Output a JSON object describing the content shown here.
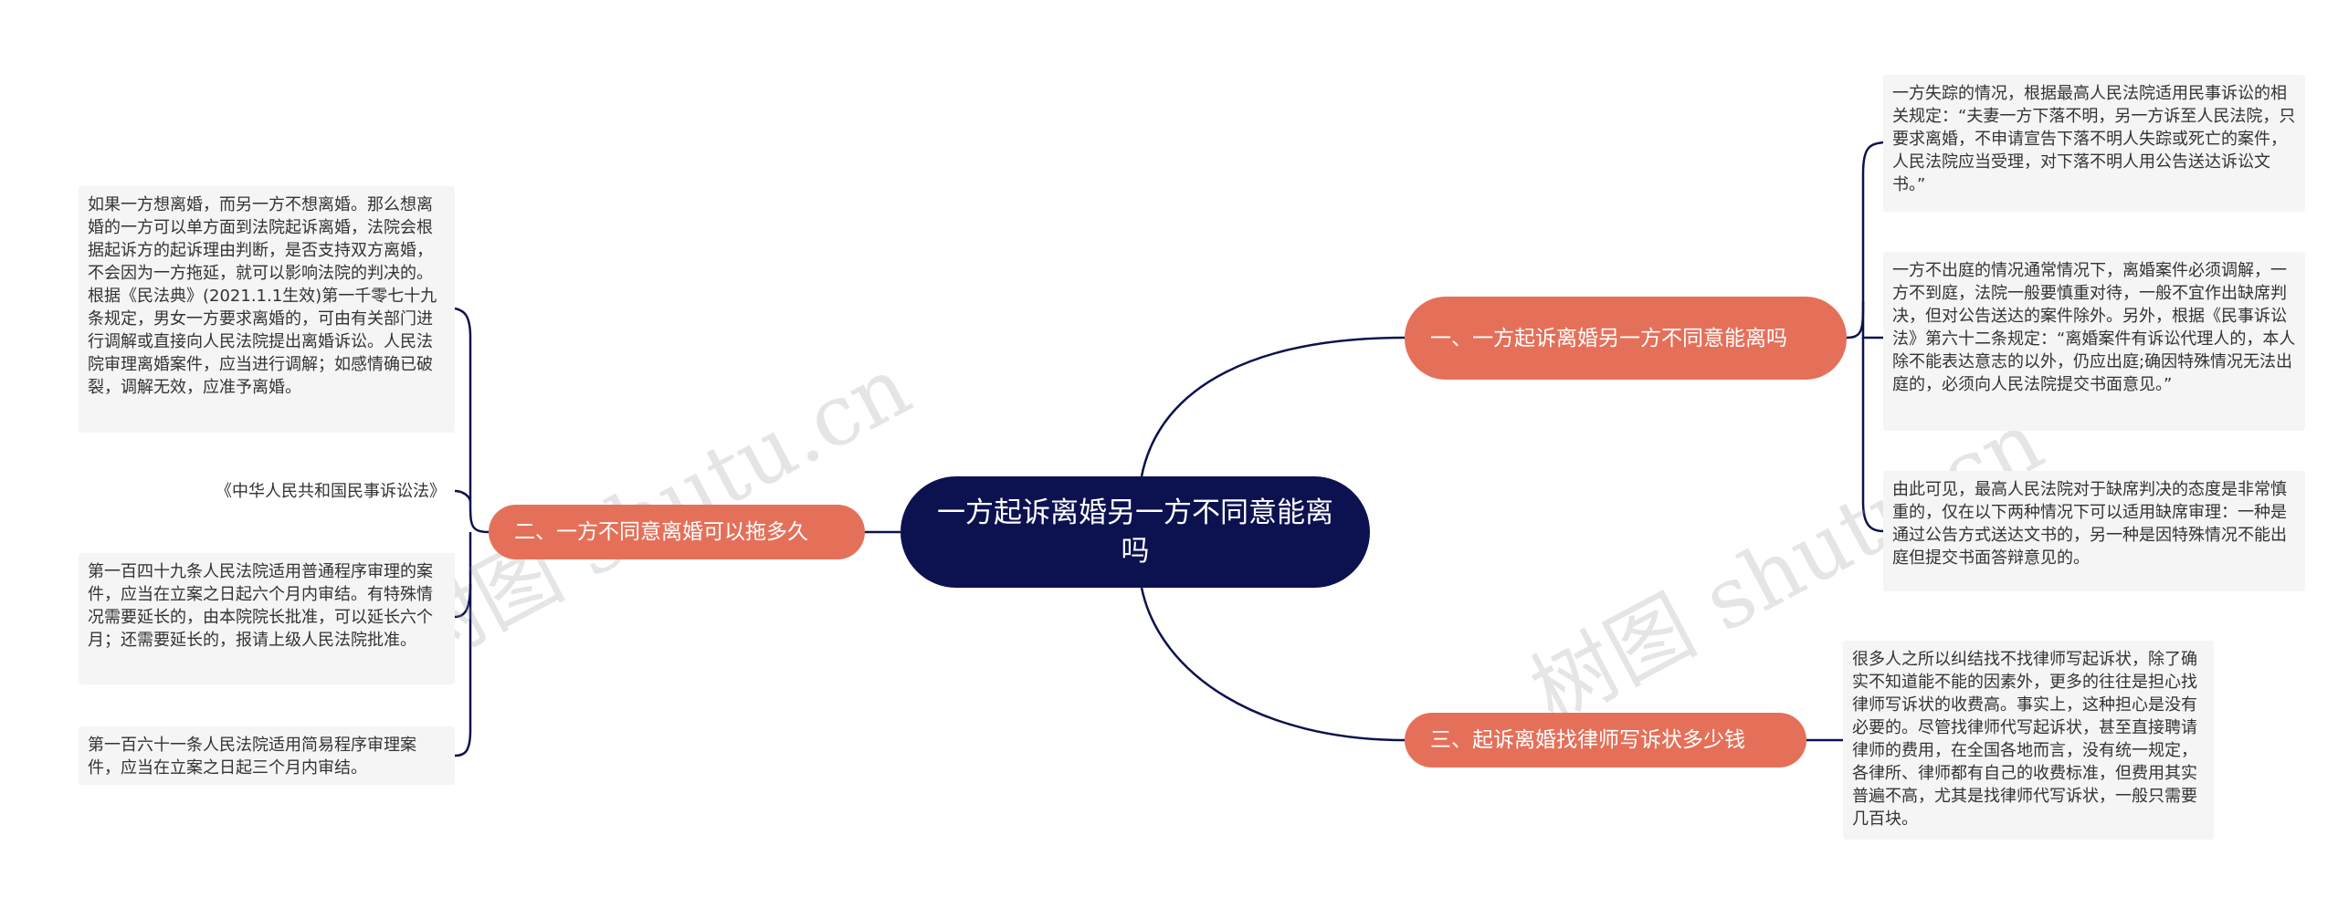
{
  "center": {
    "title": "一方起诉离婚另一方不同意能离吗"
  },
  "branches": [
    {
      "label": "一、一方起诉离婚另一方不同意能离吗"
    },
    {
      "label": "二、一方不同意离婚可以拖多久"
    },
    {
      "label": "三、起诉离婚找律师写诉状多少钱"
    }
  ],
  "leaves_right": [
    {
      "text": "一方失踪的情况，根据最高人民法院适用民事诉讼的相关规定：“夫妻一方下落不明，另一方诉至人民法院，只要求离婚，不申请宣告下落不明人失踪或死亡的案件，人民法院应当受理，对下落不明人用公告送达诉讼文书。”"
    },
    {
      "text": "一方不出庭的情况通常情况下，离婚案件必须调解，一方不到庭，法院一般要慎重对待，一般不宜作出缺席判决，但对公告送达的案件除外。另外，根据《民事诉讼法》第六十二条规定：“离婚案件有诉讼代理人的，本人除不能表达意志的以外，仍应出庭;确因特殊情况无法出庭的，必须向人民法院提交书面意见。”"
    },
    {
      "text": "由此可见，最高人民法院对于缺席判决的态度是非常慎重的，仅在以下两种情况下可以适用缺席审理：一种是通过公告方式送达文书的，另一种是因特殊情况不能出庭但提交书面答辩意见的。"
    },
    {
      "text": "很多人之所以纠结找不找律师写起诉状，除了确实不知道能不能的因素外，更多的往往是担心找律师写诉状的收费高。事实上，这种担心是没有必要的。尽管找律师代写起诉状，甚至直接聘请律师的费用，在全国各地而言，没有统一规定，各律所、律师都有自己的收费标准，但费用其实普遍不高，尤其是找律师代写诉状，一般只需要几百块。"
    }
  ],
  "leaves_left": [
    {
      "text": "如果一方想离婚，而另一方不想离婚。那么想离婚的一方可以单方面到法院起诉离婚，法院会根据起诉方的起诉理由判断，是否支持双方离婚，不会因为一方拖延，就可以影响法院的判决的。根据《民法典》(2021.1.1生效)第一千零七十九条规定，男女一方要求离婚的，可由有关部门进行调解或直接向人民法院提出离婚诉讼。人民法院审理离婚案件，应当进行调解；如感情确已破裂，调解无效，应准予离婚。"
    },
    {
      "text": "《中华人民共和国民事诉讼法》"
    },
    {
      "text": "第一百四十九条人民法院适用普通程序审理的案件，应当在立案之日起六个月内审结。有特殊情况需要延长的，由本院院长批准，可以延长六个月；还需要延长的，报请上级人民法院批准。"
    },
    {
      "text": "第一百六十一条人民法院适用简易程序审理案件，应当在立案之日起三个月内审结。"
    }
  ],
  "watermark": {
    "text": "树图 shutu.cn"
  },
  "colors": {
    "center": "#0c124f",
    "branch": "#e5705a",
    "leaf_bg": "#f5f5f5",
    "line": "#0c124f"
  }
}
